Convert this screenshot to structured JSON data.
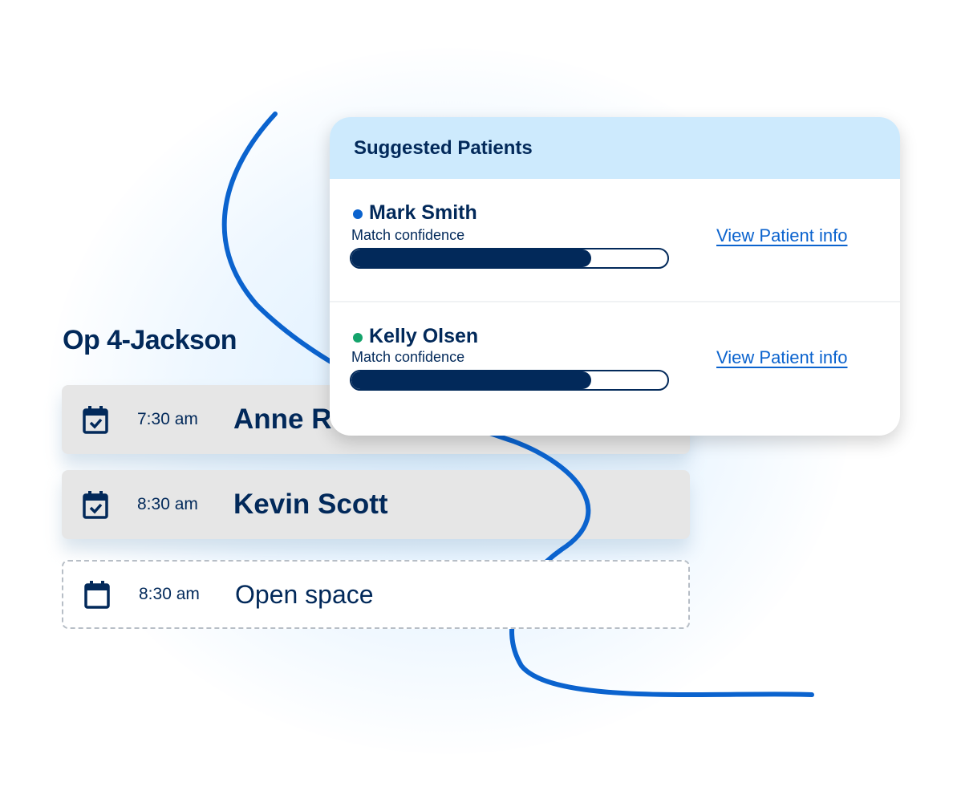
{
  "schedule": {
    "title": "Op 4-Jackson",
    "rows": [
      {
        "time": "7:30 am",
        "name": "Anne R",
        "status": "booked"
      },
      {
        "time": "8:30 am",
        "name": "Kevin Scott",
        "status": "booked"
      },
      {
        "time": "8:30 am",
        "name": "Open space",
        "status": "open"
      }
    ]
  },
  "suggested": {
    "title": "Suggested Patients",
    "patients": [
      {
        "name": "Mark Smith",
        "label": "Match confidence",
        "confidence": 0.76,
        "dot_color": "#0b63ce",
        "link": "View Patient info"
      },
      {
        "name": "Kelly Olsen",
        "label": "Match confidence",
        "confidence": 0.76,
        "dot_color": "#14a36b",
        "link": "View Patient info"
      }
    ]
  },
  "colors": {
    "navy": "#02295a",
    "accent": "#0b63ce",
    "header_bg": "#cdeafd"
  }
}
